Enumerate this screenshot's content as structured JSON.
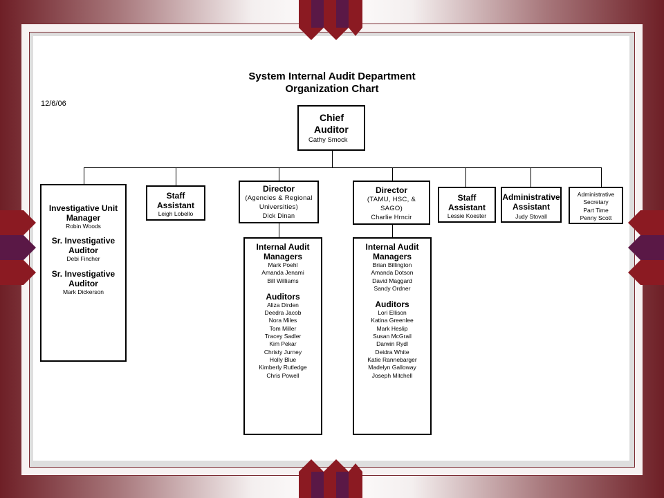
{
  "header": {
    "title_line1": "System Internal Audit Department",
    "title_line2": "Organization Chart",
    "date": "12/6/06"
  },
  "chief": {
    "title_line1": "Chief",
    "title_line2": "Auditor",
    "name": "Cathy Smock"
  },
  "investigative": {
    "title_line1": "Investigative Unit",
    "title_line2": "Manager",
    "name1": "Robin Woods",
    "role2_line1": "Sr. Investigative",
    "role2_line2": "Auditor",
    "name2": "Debi Fincher",
    "role3_line1": "Sr. Investigative",
    "role3_line2": "Auditor",
    "name3": "Mark Dickerson"
  },
  "staff_assistant_1": {
    "title_line1": "Staff",
    "title_line2": "Assistant",
    "name": "Leigh Lobello"
  },
  "director_agencies": {
    "title": "Director",
    "sub_line1": "(Agencies & Regional",
    "sub_line2": "Universities)",
    "name": "Dick Dinan"
  },
  "director_tamu": {
    "title": "Director",
    "sub_line1": "(TAMU, HSC, &",
    "sub_line2": "SAGO)",
    "name": "Charlie Hrncir"
  },
  "staff_assistant_2": {
    "title_line1": "Staff",
    "title_line2": "Assistant",
    "name": "Lessie Koester"
  },
  "admin_assistant": {
    "title_line1": "Administrative",
    "title_line2": "Assistant",
    "name": "Judy Stovall"
  },
  "admin_secretary": {
    "line1": "Administrative",
    "line2": "Secretary",
    "line3": "Part Time",
    "name": "Penny Scott"
  },
  "team_agencies": {
    "managers_title_line1": "Internal Audit",
    "managers_title_line2": "Managers",
    "managers": [
      "Mark Poehl",
      "Amanda Jenami",
      "Bill Williams"
    ],
    "auditors_title": "Auditors",
    "auditors": [
      "Aliza Dirden",
      "Deedra Jacob",
      "Nora Miles",
      "Tom Miller",
      "Tracey Sadler",
      "Kim Pekar",
      "Christy Jurney",
      "Holly Blue",
      "Kimberly Rutledge",
      "Chris Powell"
    ]
  },
  "team_tamu": {
    "managers_title_line1": "Internal Audit",
    "managers_title_line2": "Managers",
    "managers": [
      "Brian Billington",
      "Amanda Dotson",
      "David Maggard",
      "Sandy Ordner"
    ],
    "auditors_title": "Auditors",
    "auditors": [
      "Lori Ellison",
      "Katina Greenlee",
      "Mark Heslip",
      "Susan McGrail",
      "Darwin Rydl",
      "Deidra White",
      "Katie Rannebarger",
      "Madelyn Galloway",
      "Joseph Mitchell"
    ]
  },
  "colors": {
    "accent_dark": "#6e1f26",
    "accent_red": "#8b1a22",
    "accent_purple": "#5a1846"
  }
}
